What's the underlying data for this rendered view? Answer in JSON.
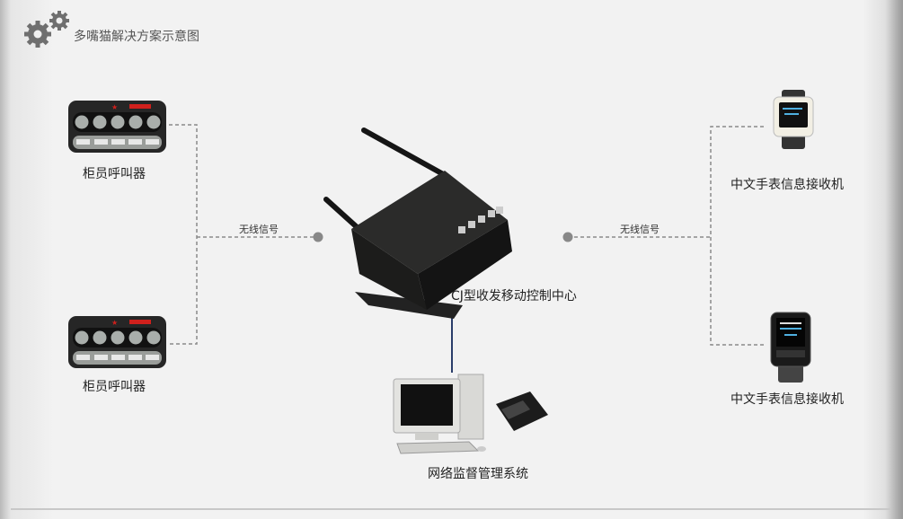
{
  "header": {
    "title": "多嘴猫解决方案示意图",
    "icon": "gears-icon"
  },
  "left": {
    "pager_top_label": "柜员呼叫器",
    "pager_bottom_label": "柜员呼叫器",
    "link_label": "无线信号"
  },
  "center": {
    "controller_label": "CJ型收发移动控制中心",
    "system_label": "网络监督管理系统"
  },
  "right": {
    "link_label": "无线信号",
    "watch_top_label": "中文手表信息接收机",
    "watch_bottom_label": "中文手表信息接收机"
  },
  "colors": {
    "dash": "#8a8a8a",
    "dot": "#888888",
    "connector": "#2a3d6a",
    "device": "#1f1f1f",
    "accent_red": "#d0201c"
  }
}
